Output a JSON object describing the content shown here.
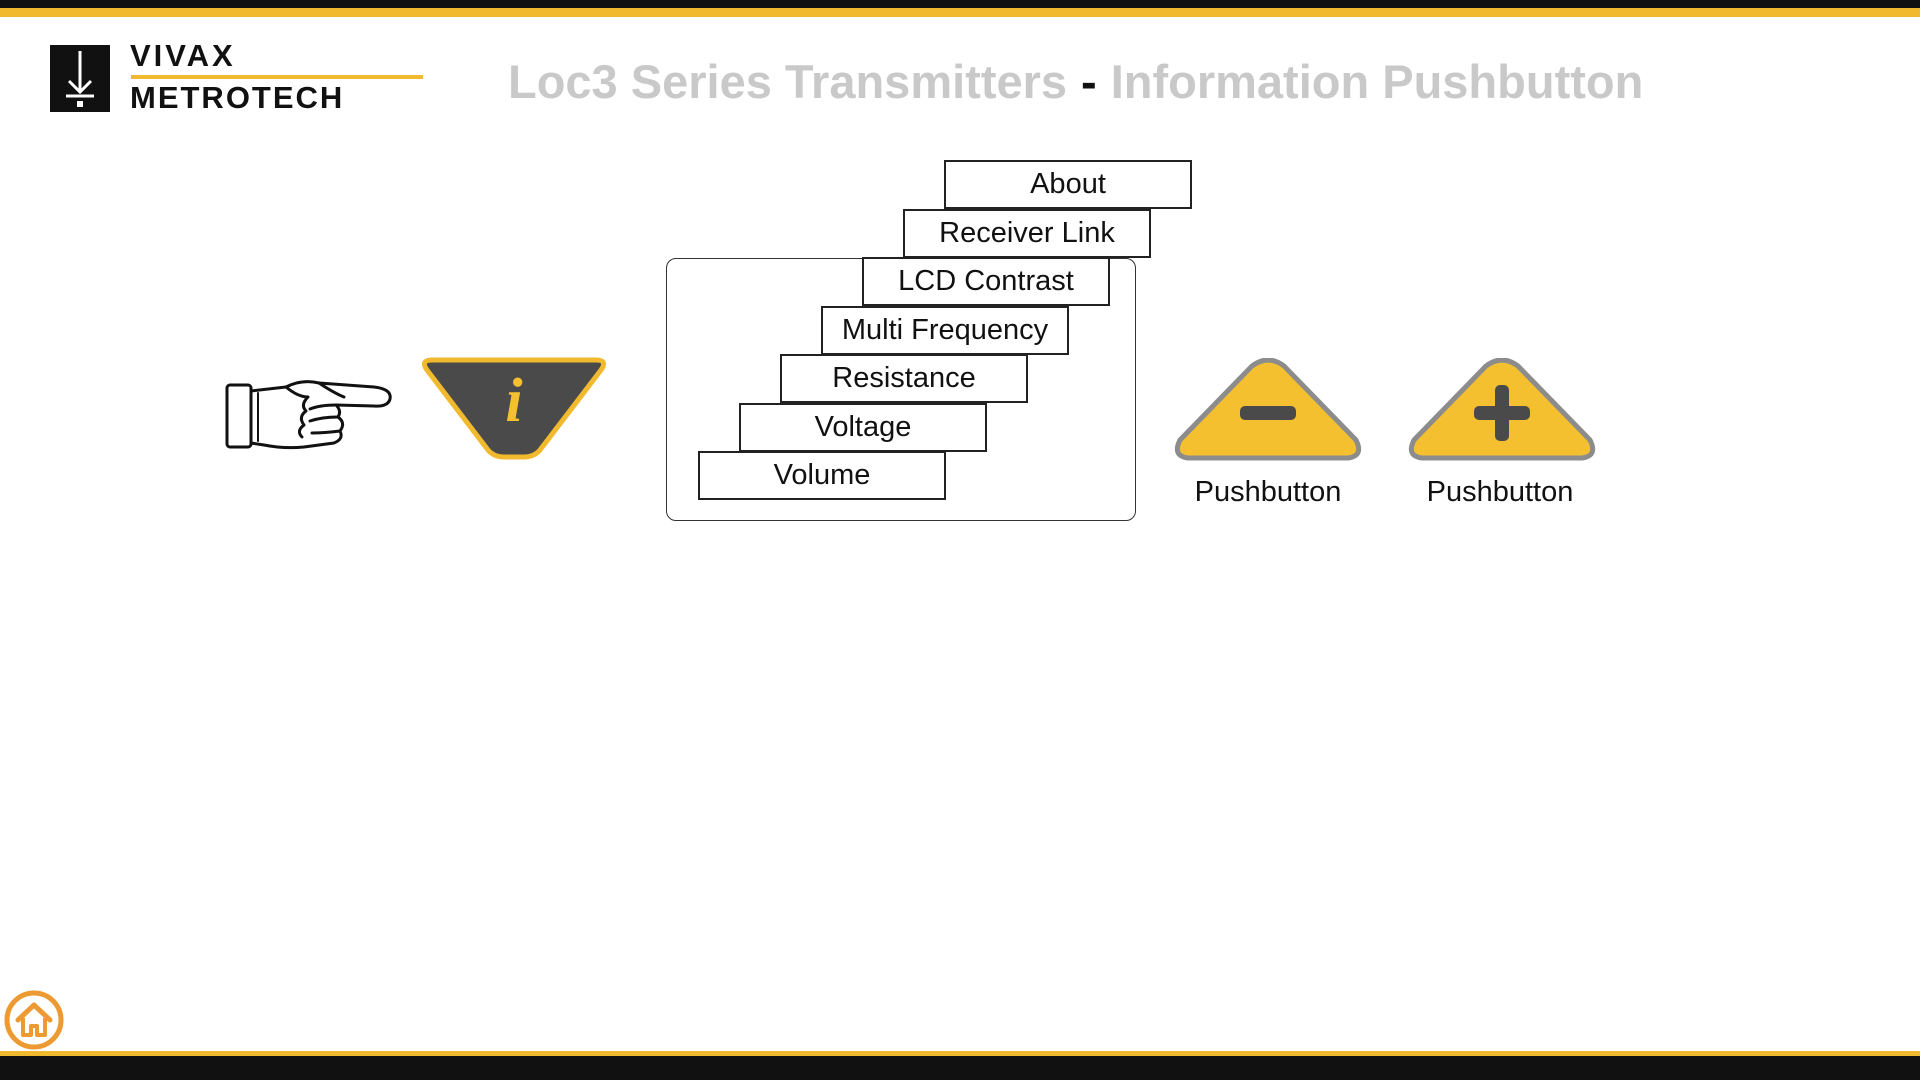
{
  "header": {
    "logo_top": "VIVAX",
    "logo_bottom": "METROTECH",
    "title_part1": "Loc3 Series Transmitters",
    "title_separator": "-",
    "title_part2": "Information Pushbutton"
  },
  "info_button": {
    "glyph": "i",
    "icon": "info-icon"
  },
  "menu": {
    "items": [
      {
        "label": "About"
      },
      {
        "label": "Receiver Link"
      },
      {
        "label": "LCD Contrast"
      },
      {
        "label": "Multi Frequency"
      },
      {
        "label": "Resistance"
      },
      {
        "label": "Voltage"
      },
      {
        "label": "Volume"
      }
    ]
  },
  "pushbuttons": {
    "minus": {
      "label": "Pushbutton",
      "icon": "minus-icon"
    },
    "plus": {
      "label": "Pushbutton",
      "icon": "plus-icon"
    }
  },
  "colors": {
    "accent_gold": "#f1b92d",
    "button_dark": "#4a4a4a",
    "button_gold": "#f5c030",
    "title_gray": "#c9c9c9",
    "home_orange": "#ee9a32"
  }
}
